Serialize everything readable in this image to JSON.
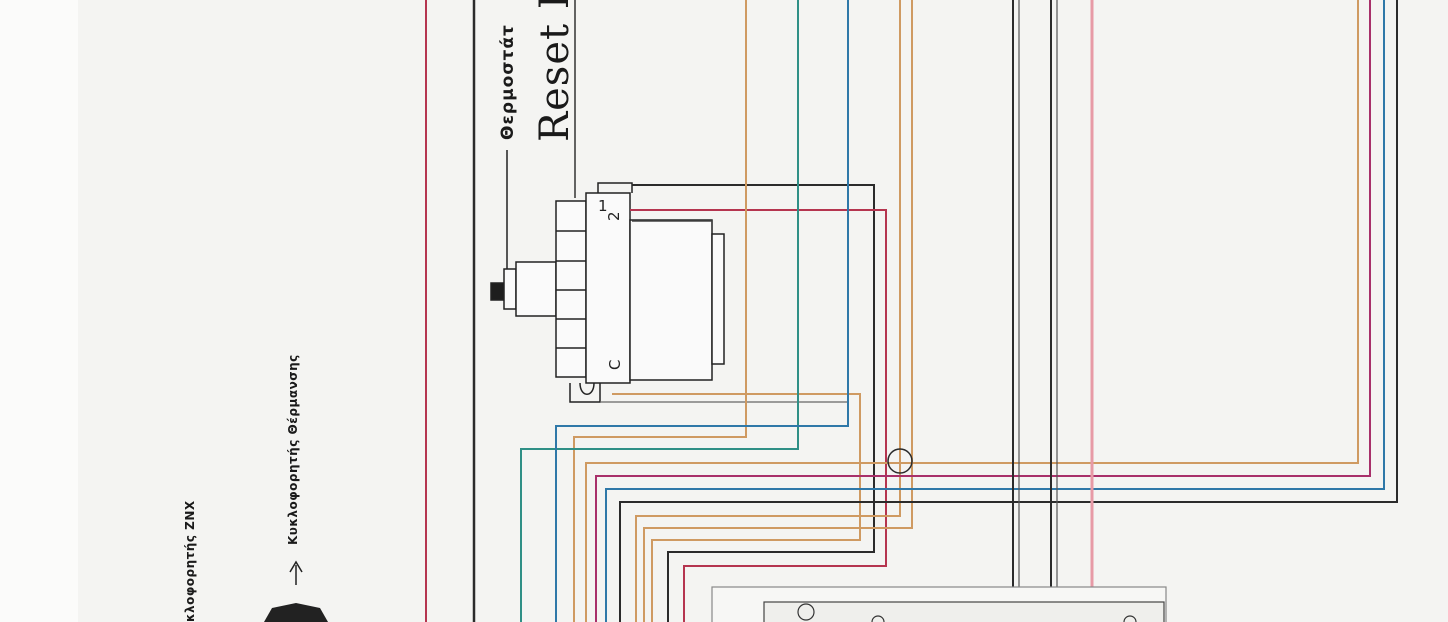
{
  "labels": {
    "reset": "Reset B",
    "thermostat": "Θερμοστάτ",
    "pump_heating": "Κυκλοφορητής Θέρμανσης",
    "pump_znx": "κλοφορητής ΖΝΧ",
    "terminal_1": "1",
    "terminal_2": "2",
    "terminal_c": "C"
  },
  "wire_colors": {
    "red": "#b5354f",
    "black": "#2b2b2b",
    "orange": "#cf9a62",
    "teal": "#2f8f86",
    "blue": "#2f78a8",
    "pink": "#e79aa6",
    "magenta": "#a8306a"
  }
}
